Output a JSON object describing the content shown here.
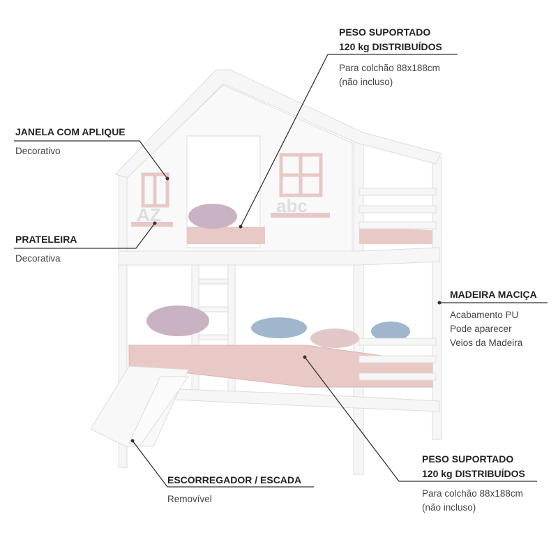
{
  "callouts": {
    "janela": {
      "title": "JANELA COM APLIQUE",
      "sub": "Decorativo"
    },
    "prateleira": {
      "title": "PRATELEIRA",
      "sub": "Decorativa"
    },
    "peso_top": {
      "title1": "PESO SUPORTADO",
      "title2": "120 kg DISTRIBUÍDOS",
      "sub1": "Para colchão 88x188cm",
      "sub2": "(não incluso)"
    },
    "madeira": {
      "title": "MADEIRA MACIÇA",
      "sub1": "Acabamento PU",
      "sub2": "Pode aparecer",
      "sub3": "Veios da Madeira"
    },
    "peso_bottom": {
      "title1": "PESO SUPORTADO",
      "title2": "120 kg DISTRIBUÍDOS",
      "sub1": "Para colchão 88x188cm",
      "sub2": "(não incluso)"
    },
    "escorregador": {
      "title": "ESCORREGADOR / ESCADA",
      "sub": "Removível"
    }
  },
  "decor": {
    "letters_left": "AZ",
    "letters_right": "abc"
  },
  "colors": {
    "frame": "#f4f4f4",
    "mattress": "#e9c9c6",
    "pillow": "#c9b3c3",
    "line": "#333333"
  }
}
